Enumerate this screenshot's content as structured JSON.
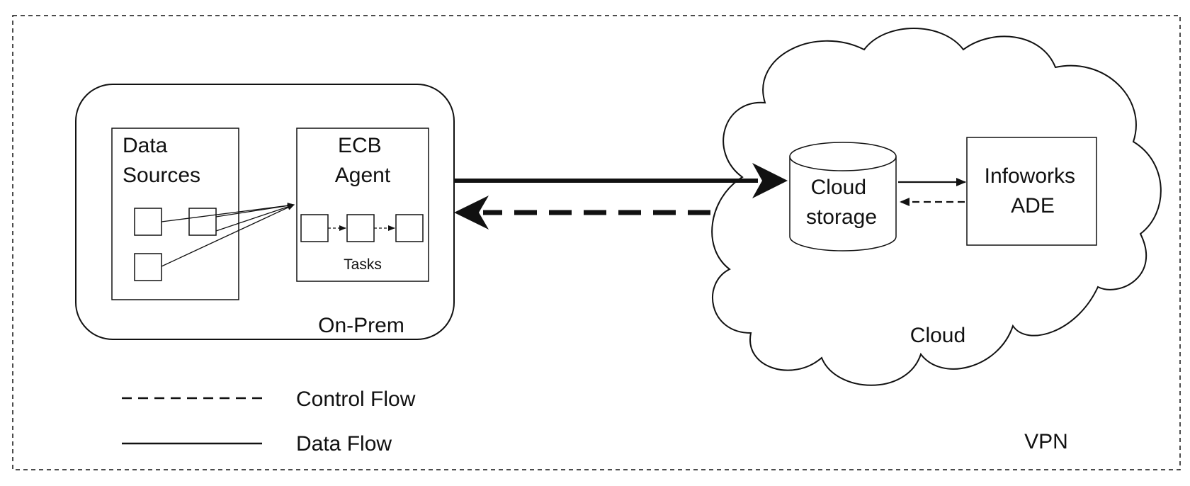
{
  "diagram": {
    "vpn_label": "VPN",
    "on_prem": {
      "label": "On-Prem",
      "data_sources": {
        "line1": "Data",
        "line2": "Sources"
      },
      "ecb_agent": {
        "line1": "ECB",
        "line2": "Agent",
        "tasks_label": "Tasks"
      }
    },
    "cloud": {
      "label": "Cloud",
      "cloud_storage": {
        "line1": "Cloud",
        "line2": "storage"
      },
      "infoworks": {
        "line1": "Infoworks",
        "line2": "ADE"
      }
    },
    "legend": {
      "control_flow": "Control Flow",
      "data_flow": "Data Flow"
    }
  }
}
